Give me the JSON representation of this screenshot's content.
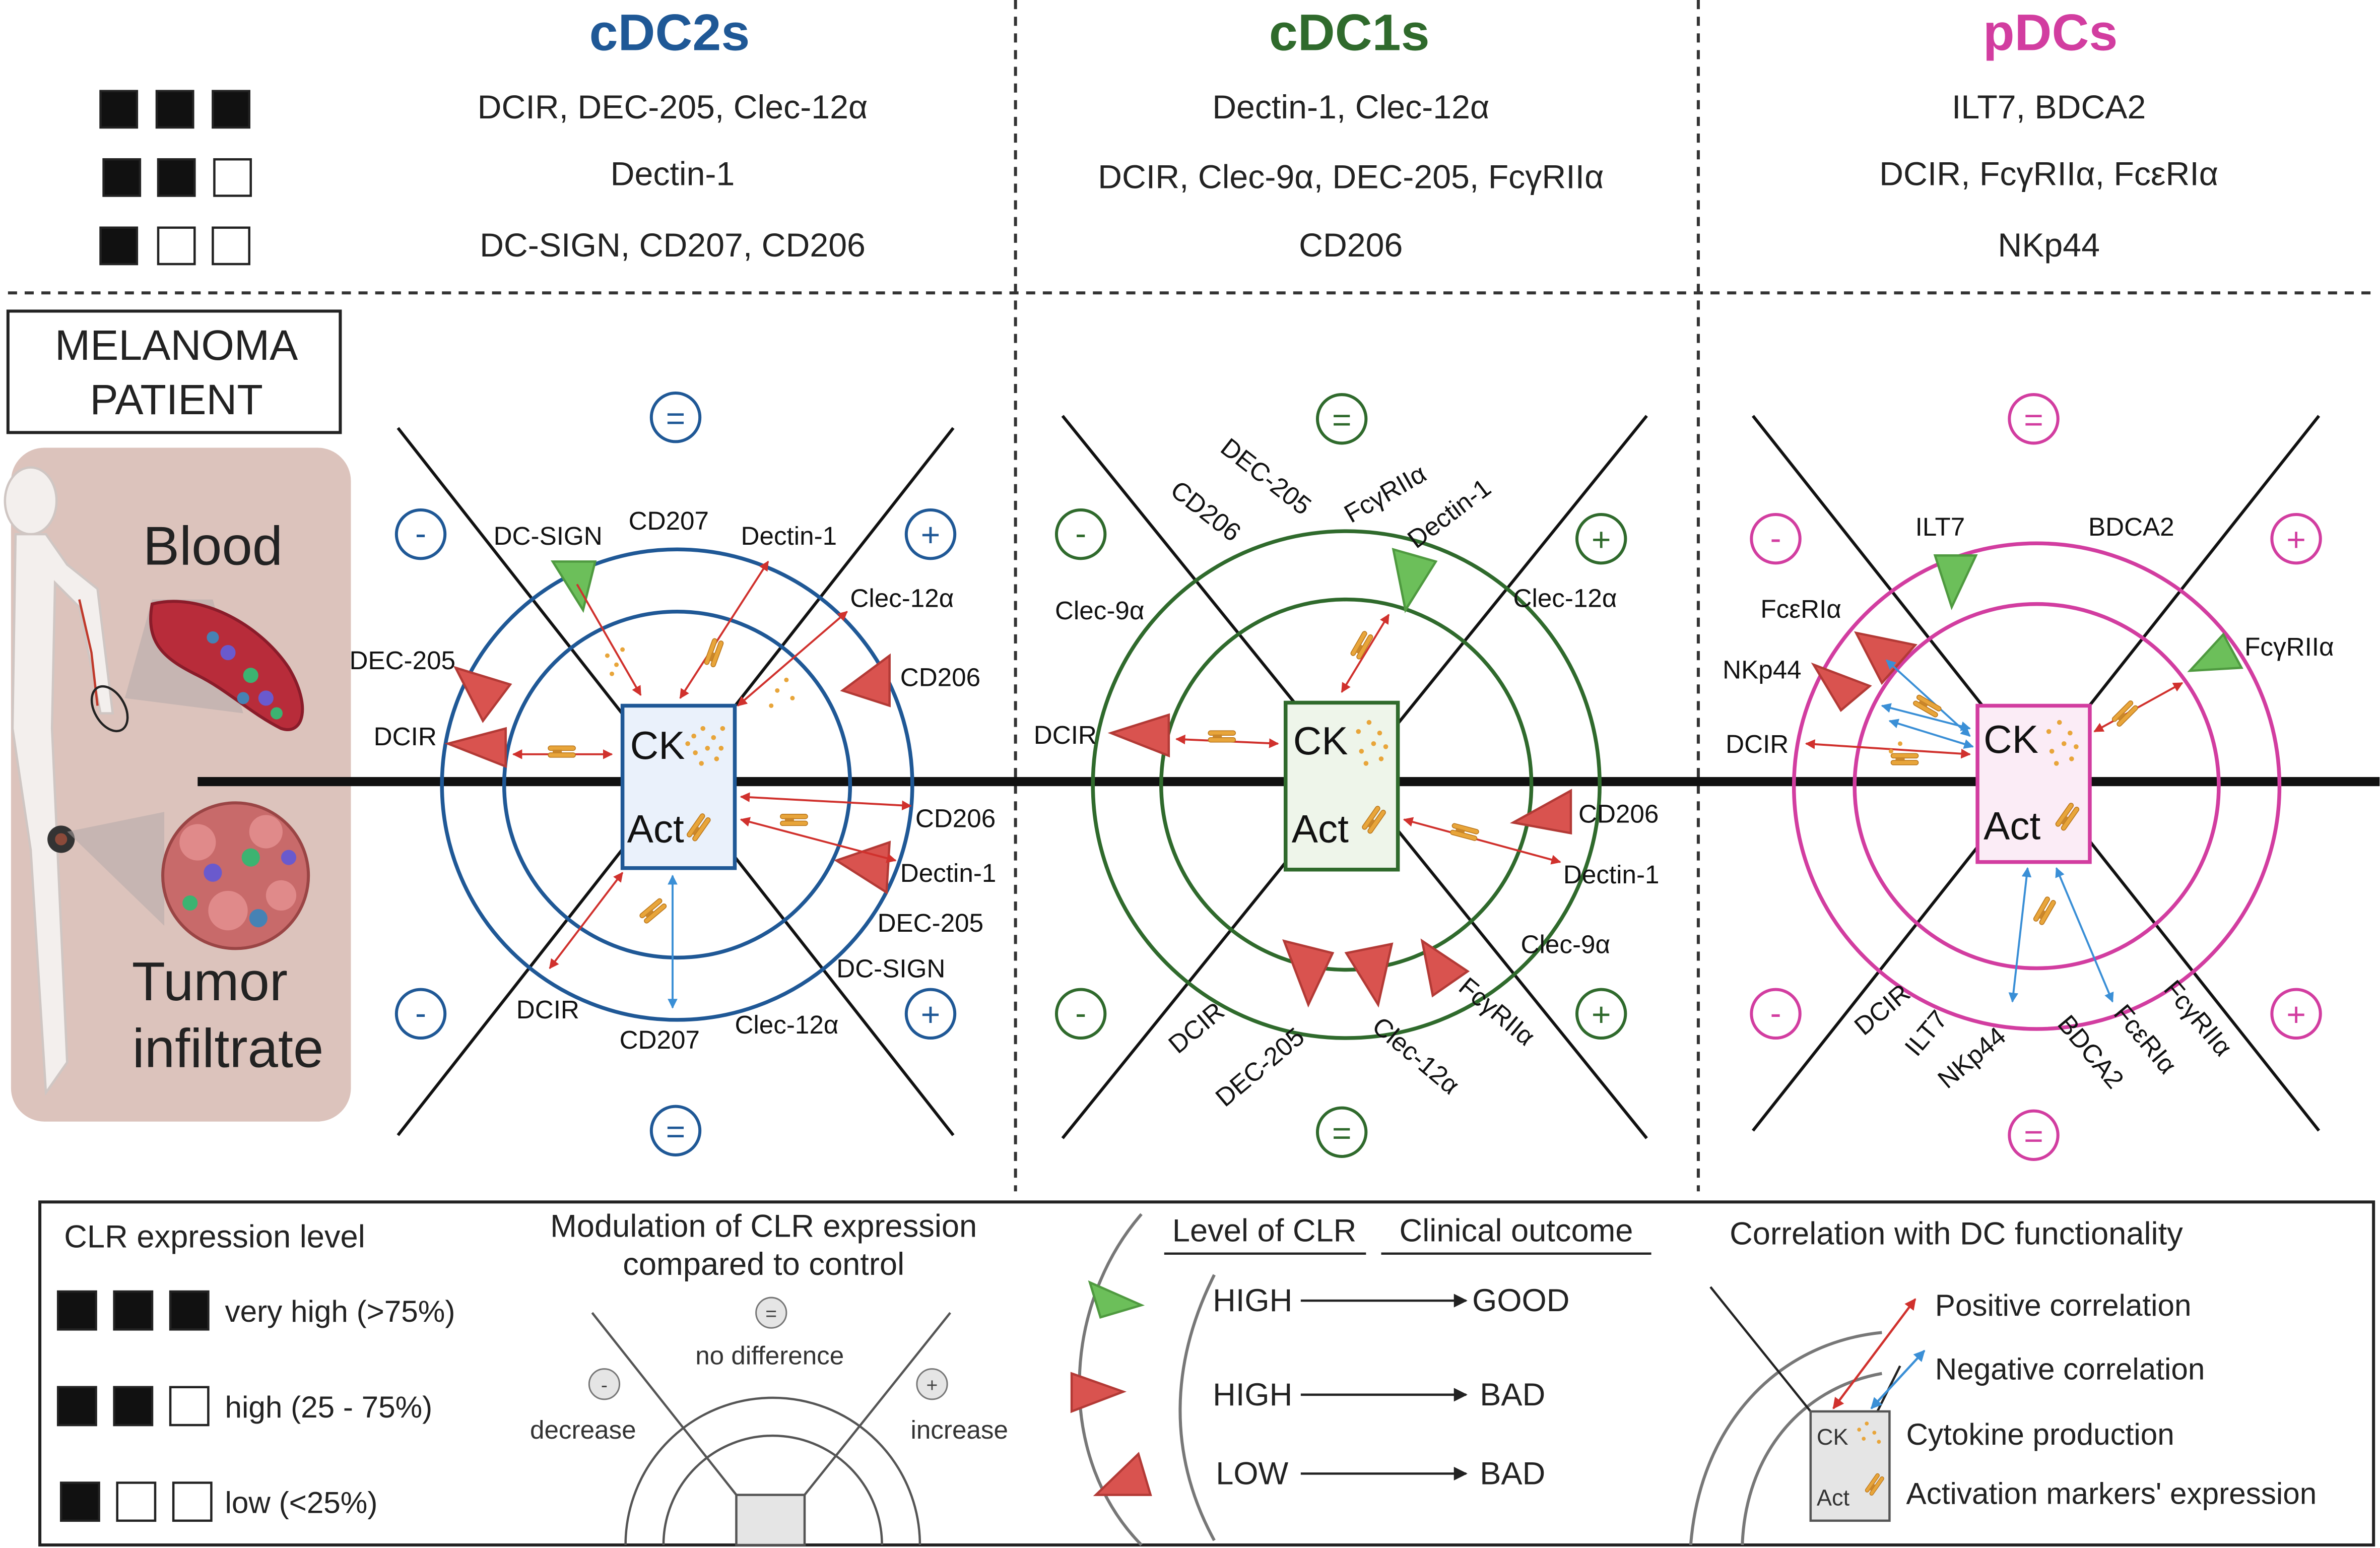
{
  "headers": {
    "cdc2": "cDC2s",
    "cdc1": "cDC1s",
    "pdc": "pDCs"
  },
  "expression_table": {
    "cdc2": [
      "DCIR, DEC-205, Clec-12α",
      "Dectin-1",
      "DC-SIGN, CD207, CD206"
    ],
    "cdc1": [
      "Dectin-1, Clec-12α",
      "DCIR, Clec-9α, DEC-205, FcγRIIα",
      "CD206"
    ],
    "pdc": [
      "ILT7, BDCA2",
      "DCIR, FcγRIIα, FcεRIα",
      "NKp44"
    ]
  },
  "patient": {
    "title_line1": "MELANOMA",
    "title_line2": "PATIENT",
    "blood": "Blood",
    "tumor_line1": "Tumor",
    "tumor_line2": "infiltrate"
  },
  "quadrant_symbols": {
    "equal": "=",
    "minus": "-",
    "plus": "+"
  },
  "center_box": {
    "ck": "CK",
    "act": "Act"
  },
  "cdc2_labels": {
    "dc_sign_top": "DC-SIGN",
    "cd207_top": "CD207",
    "dectin1_top": "Dectin-1",
    "clec12a_top": "Clec-12α",
    "dec205_left": "DEC-205",
    "cd206_right": "CD206",
    "dcir_left": "DCIR",
    "cd206_blood": "CD206",
    "dectin1_tumor": "Dectin-1",
    "dec205_tumor": "DEC-205",
    "dc_sign_tumor": "DC-SIGN",
    "dcir_tumor": "DCIR",
    "cd207_tumor": "CD207",
    "clec12a_tumor": "Clec-12α"
  },
  "cdc1_labels": {
    "dec205_top": "DEC-205",
    "cd206_top": "CD206",
    "fcgr_top": "FcγRIIα",
    "dectin1_top": "Dectin-1",
    "clec9a_left": "Clec-9α",
    "clec12a_right": "Clec-12α",
    "dcir_left": "DCIR",
    "cd206_right": "CD206",
    "dectin1_tumor": "Dectin-1",
    "clec9a_tumor": "Clec-9α",
    "dcir_tumor": "DCIR",
    "dec205_tumor": "DEC-205",
    "clec12a_tumor": "Clec-12α",
    "fcgr_tumor": "FcγRIIα"
  },
  "pdc_labels": {
    "ilt7_top": "ILT7",
    "bdca2_top": "BDCA2",
    "fcer_left": "FcεRIα",
    "nkp44_left": "NKp44",
    "dcir_left": "DCIR",
    "fcgr_right": "FcγRIIα",
    "dcir_tumor": "DCIR",
    "ilt7_tumor": "ILT7",
    "nkp44_tumor": "NKp44",
    "bdca2_tumor": "BDCA2",
    "fcer_tumor": "FcεRIα",
    "fcgr_tumor": "FcγRIIα"
  },
  "legend": {
    "expression_title": "CLR expression level",
    "very_high": "very high (>75%)",
    "high": "high (25 - 75%)",
    "low": "low (<25%)",
    "modulation_line1": "Modulation of CLR expression",
    "modulation_line2": "compared to control",
    "no_difference": "no difference",
    "decrease": "decrease",
    "increase": "increase",
    "level_header": "Level of CLR",
    "outcome_header": "Clinical outcome",
    "row1_level": "HIGH",
    "row1_outcome": "GOOD",
    "row2_level": "HIGH",
    "row2_outcome": "BAD",
    "row3_level": "LOW",
    "row3_outcome": "BAD",
    "correlation_title": "Correlation with DC functionality",
    "positive": "Positive correlation",
    "negative": "Negative correlation",
    "cytokine": "Cytokine production",
    "activation": "Activation markers' expression",
    "ck": "CK",
    "act": "Act"
  },
  "colors": {
    "cdc2": "#1f5896",
    "cdc1": "#2f6a2c",
    "pdc": "#d23da0",
    "good": "#6cbf5a",
    "bad": "#d9534f",
    "positive_arrow": "#d0312d",
    "negative_arrow": "#3a8fd6",
    "antibody": "#e8a53a",
    "patient_bg": "#dcc3bc"
  }
}
